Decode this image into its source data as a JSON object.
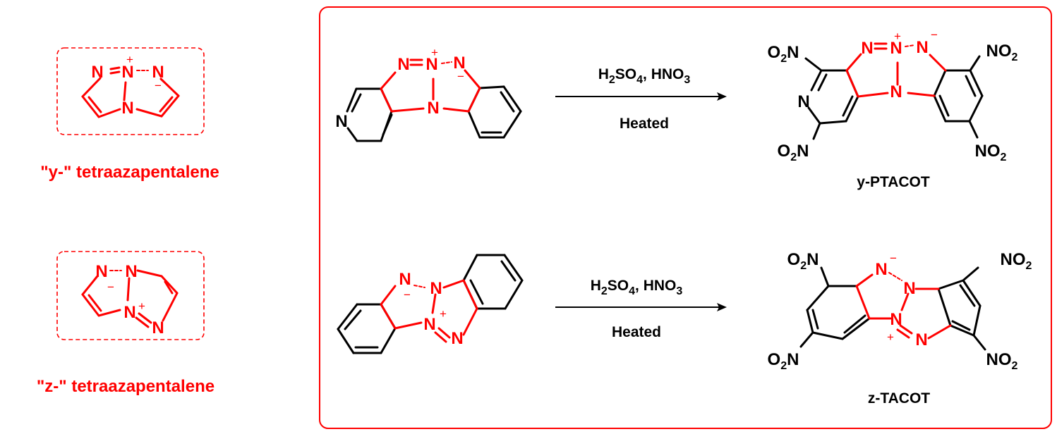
{
  "colors": {
    "red": "#ff0000",
    "black": "#000000"
  },
  "left_panel": {
    "y_caption": "\"y-\" tetraazapentalene",
    "z_caption": "\"z-\" tetraazapentalene"
  },
  "reactions": [
    {
      "reagents_text": "H2SO4, HNO3",
      "conditions": "Heated",
      "product_name": "y-PTACOT",
      "product_groups": [
        "O2N",
        "NO2",
        "O2N",
        "NO2"
      ]
    },
    {
      "reagents_text": "H2SO4, HNO3",
      "conditions": "Heated",
      "product_name": "z-TACOT",
      "product_groups": [
        "O2N",
        "NO2",
        "O2N",
        "NO2"
      ]
    }
  ],
  "atoms": {
    "nitrogen": "N",
    "plus": "+",
    "minus": "−"
  }
}
